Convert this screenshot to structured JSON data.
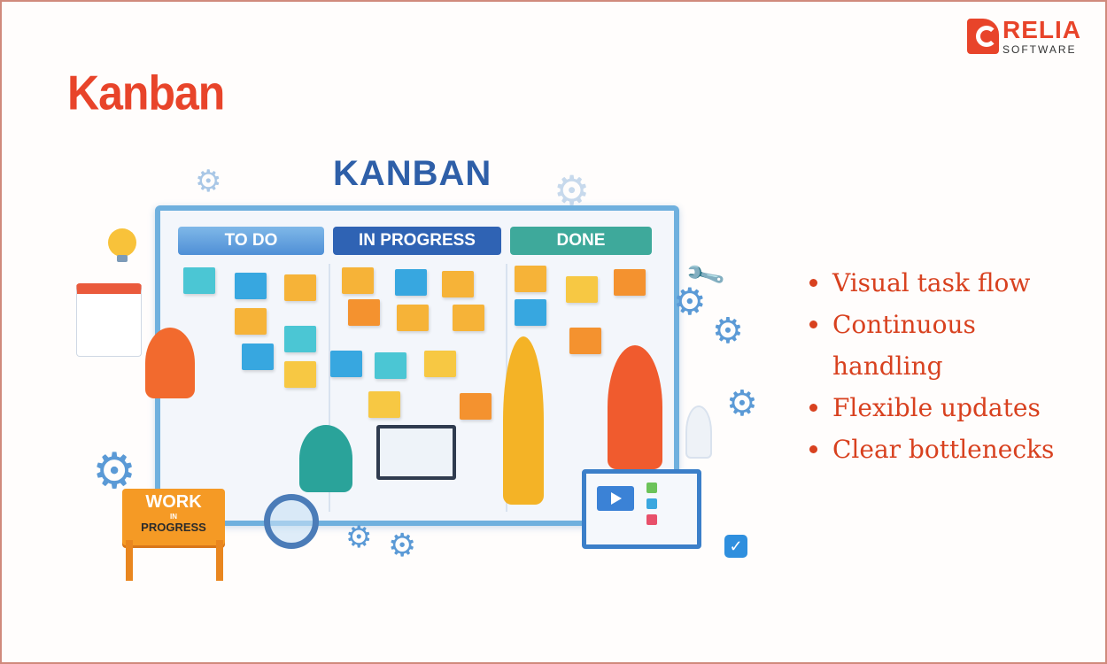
{
  "brand": {
    "name": "RELIA",
    "subtitle": "SOFTWARE",
    "color": "#e8442a"
  },
  "page": {
    "title": "Kanban",
    "title_color": "#e8442a"
  },
  "illustration": {
    "title": "KANBAN",
    "columns": [
      {
        "label": "TO DO",
        "color": "#5a9ade"
      },
      {
        "label": "IN PROGRESS",
        "color": "#2f63b4"
      },
      {
        "label": "DONE",
        "color": "#3ea99b"
      }
    ],
    "sign": {
      "line1": "WORK",
      "line2": "IN",
      "line3": "PROGRESS"
    }
  },
  "features": {
    "bullet_color": "#d8411f",
    "items": [
      "Visual task flow",
      "Continuous handling",
      "Flexible updates",
      "Clear bottlenecks"
    ]
  }
}
